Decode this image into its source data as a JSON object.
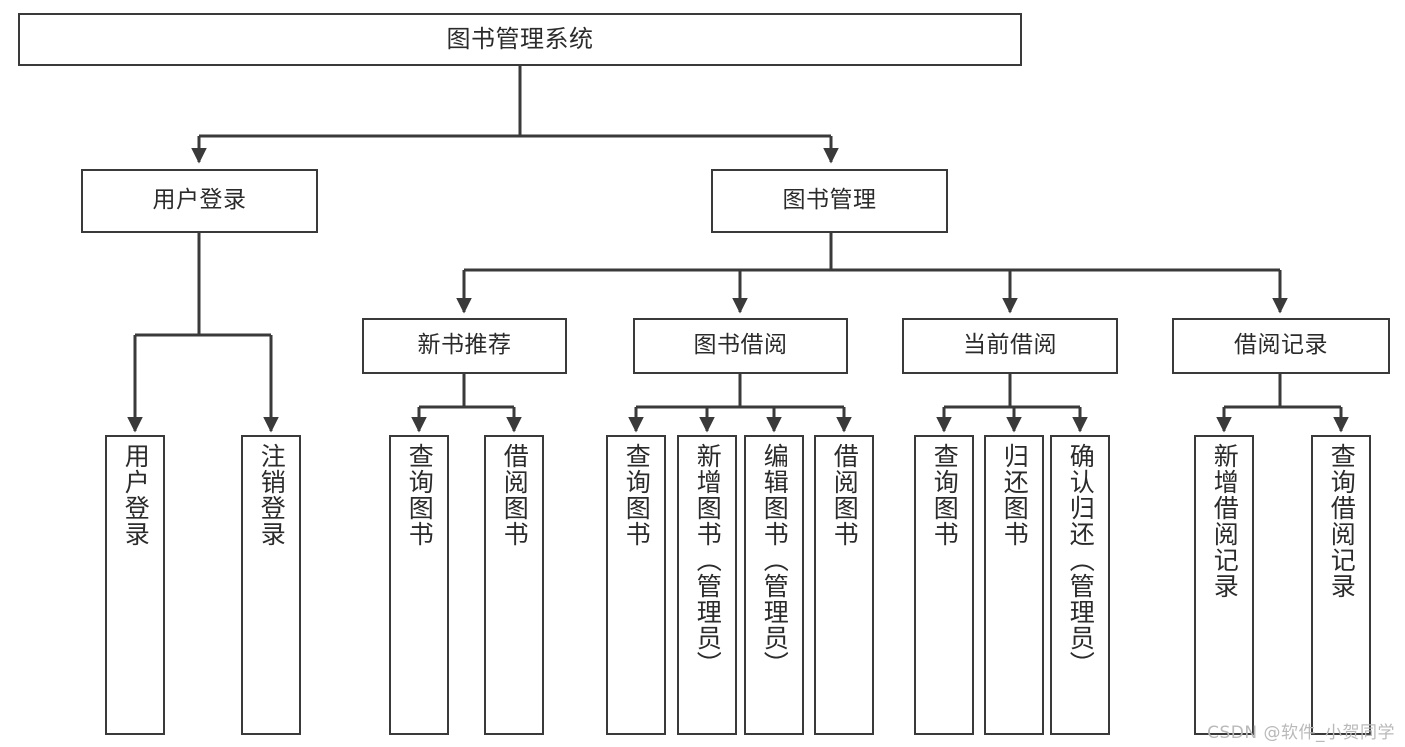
{
  "diagram": {
    "title": "图书管理系统",
    "type": "hierarchy-tree",
    "colors": {
      "stroke": "#3a3a3a",
      "fill": "#ffffff",
      "text": "#2b2b2b",
      "watermark": "#b9b9b9"
    },
    "root": {
      "label": "图书管理系统"
    },
    "level2": [
      {
        "label": "用户登录"
      },
      {
        "label": "图书管理"
      }
    ],
    "level3": [
      {
        "label": "新书推荐"
      },
      {
        "label": "图书借阅"
      },
      {
        "label": "当前借阅"
      },
      {
        "label": "借阅记录"
      }
    ],
    "leaves": {
      "user_login": [
        {
          "label": "用户登录"
        },
        {
          "label": "注销登录"
        }
      ],
      "new_book_recommend": [
        {
          "label": "查询图书"
        },
        {
          "label": "借阅图书"
        }
      ],
      "book_borrow": [
        {
          "label": "查询图书"
        },
        {
          "label": "新增图书（管理员）"
        },
        {
          "label": "编辑图书（管理员）"
        },
        {
          "label": "借阅图书"
        }
      ],
      "current_borrow": [
        {
          "label": "查询图书"
        },
        {
          "label": "归还图书"
        },
        {
          "label": "确认归还（管理员）"
        }
      ],
      "borrow_record": [
        {
          "label": "新增借阅记录"
        },
        {
          "label": "查询借阅记录"
        }
      ]
    }
  },
  "watermark": {
    "text": "CSDN @软件_小贺同学"
  }
}
